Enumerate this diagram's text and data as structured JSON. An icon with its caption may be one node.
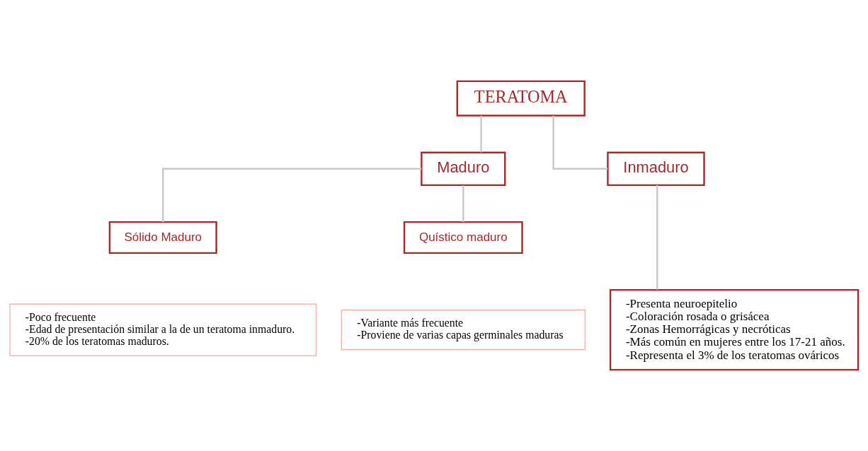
{
  "diagram": {
    "nodes": [
      {
        "text": [
          "TERATOMA"
        ]
      },
      {
        "text": [
          "Maduro"
        ]
      },
      {
        "text": [
          "Inmaduro"
        ]
      },
      {
        "text": [
          "Sólido Maduro"
        ]
      },
      {
        "text": [
          "Quístico maduro"
        ]
      },
      {
        "text": [
          "-Poco frecuente",
          "-Edad de presentación similar a la de un teratoma inmaduro.",
          "-20% de los teratomas maduros."
        ]
      },
      {
        "text": [
          "-Variante más frecuente",
          "-Proviene de varias capas germinales maduras"
        ]
      },
      {
        "text": [
          "-Presenta neuroepitelio",
          "-Coloración rosada o grisácea",
          "-Zonas Hemorrágicas y necróticas",
          "-Más común en mujeres entre los 17-21 años.",
          "-Representa el 3% de los teratomas ováricos"
        ]
      }
    ],
    "edges": [
      {
        "from": 0,
        "to": 1,
        "arrow": "none"
      },
      {
        "from": 0,
        "to": 2,
        "arrow": "none"
      },
      {
        "from": 1,
        "to": 3,
        "arrow": "none"
      },
      {
        "from": 1,
        "to": 4,
        "arrow": "none"
      },
      {
        "from": 2,
        "to": 7,
        "arrow": "none"
      }
    ]
  }
}
